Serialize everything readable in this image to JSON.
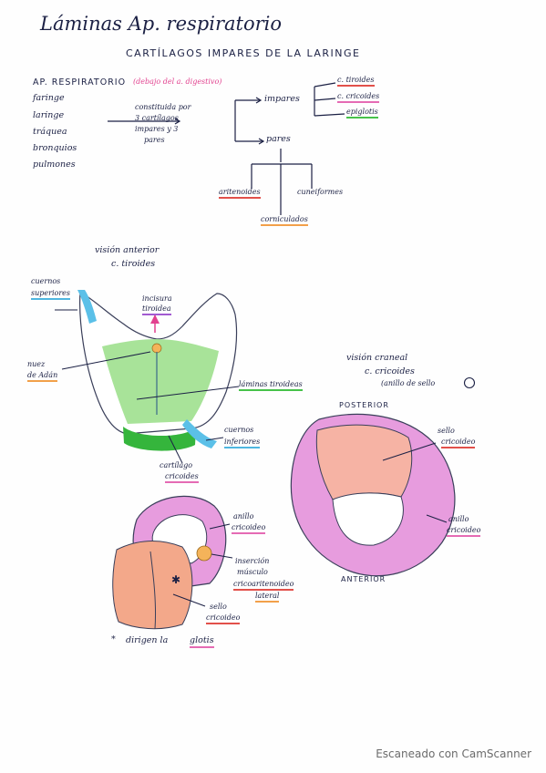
{
  "title": "Láminas Ap. respiratorio",
  "subtitle": "CARTÍLAGOS IMPARES DE LA LARINGE",
  "outline": {
    "heading": "AP. RESPIRATORIO",
    "heading_note": "(debajo del a. digestivo)",
    "organs": [
      "faringe",
      "laringe",
      "tráquea",
      "bronquios",
      "pulmones"
    ],
    "description_lines": [
      "constituida por",
      "3 cartílagos",
      "impares y 3",
      "pares"
    ],
    "impares_label": "impares",
    "impares_items": [
      "c. tiroides",
      "c. cricoides",
      "epiglotis"
    ],
    "pares_label": "pares",
    "pares_items": [
      "aritenoides",
      "cuneiformes",
      "corniculados"
    ]
  },
  "fig1": {
    "title_lines": [
      "visión anterior",
      "c. tiroides"
    ],
    "labels": {
      "superior_horns": [
        "cuernos",
        "superiores"
      ],
      "thyroid_notch": [
        "incisura",
        "tiroidea"
      ],
      "adams_apple": [
        "nuez",
        "de Adán"
      ],
      "laminae": "láminas tiroideas",
      "inferior_horns": [
        "cuernos",
        "inferiores"
      ],
      "cricoid": [
        "cartílago",
        "cricoides"
      ]
    }
  },
  "fig2": {
    "title_lines": [
      "visión craneal",
      "c. cricoides",
      "(anillo de sello"
    ],
    "posterior": "POSTERIOR",
    "anterior": "ANTERIOR",
    "labels": {
      "seal": [
        "sello",
        "cricoideo"
      ],
      "ring": [
        "anillo",
        "cricoideo"
      ]
    }
  },
  "fig3": {
    "labels": {
      "ring": [
        "anillo",
        "cricoideo"
      ],
      "insertion": [
        "inserción",
        "músculo",
        "cricoaritenoideo",
        "lateral"
      ],
      "seal": [
        "sello",
        "cricoideo"
      ]
    },
    "footnote_star": "*",
    "footnote_text": "dirigen la",
    "footnote_word": "glotis"
  },
  "watermark": "Escaneado con CamScanner",
  "colors": {
    "ink": "#1b2044",
    "green": "#8fdc84",
    "green_dark": "#35b53c",
    "blue": "#5bc0e8",
    "pink": "#e69ae0",
    "salmon": "#f2a894",
    "orange": "#f4b35a",
    "magenta": "#e2418f"
  }
}
